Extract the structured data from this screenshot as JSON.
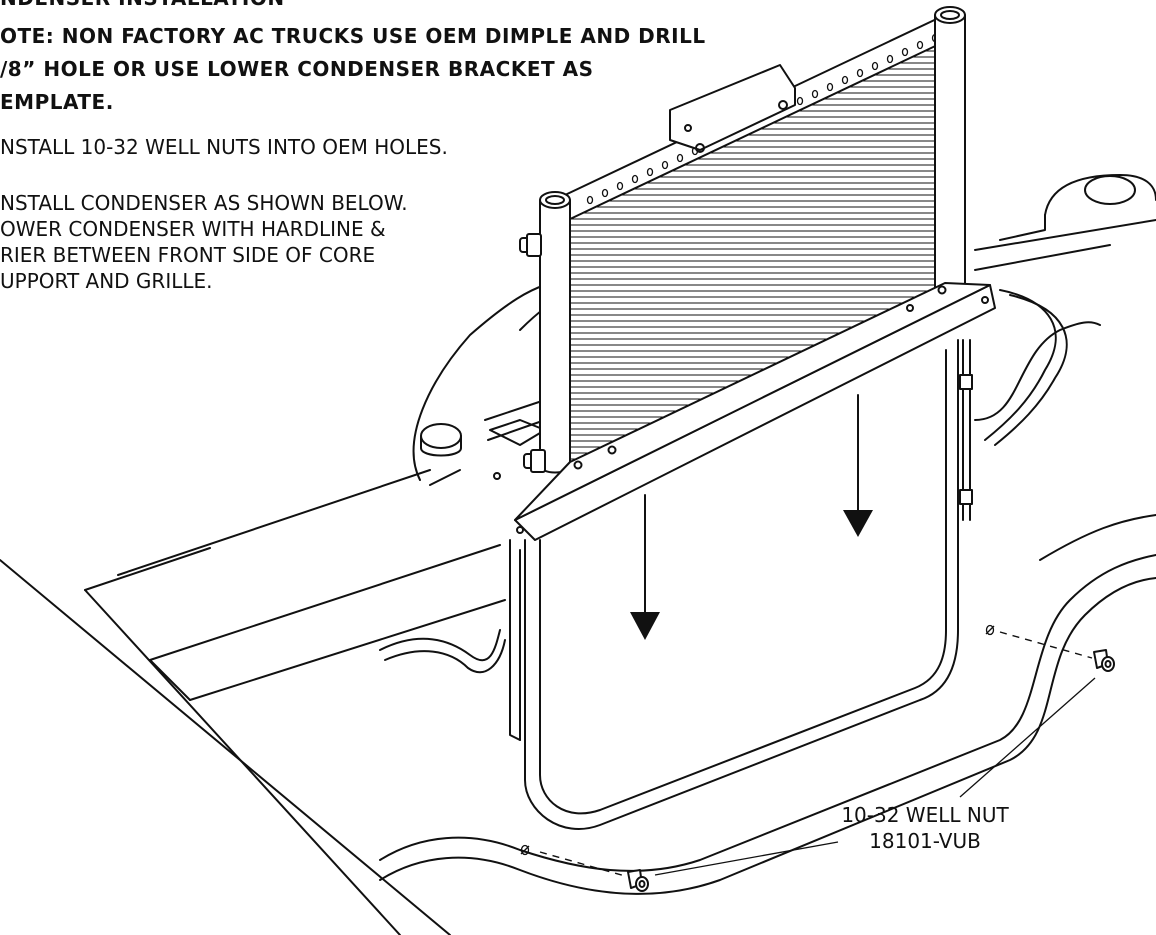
{
  "section_title": "NDENSER INSTALLATION",
  "note": {
    "lines": [
      "OTE: NON FACTORY AC TRUCKS USE OEM DIMPLE AND DRILL",
      "/8” HOLE OR USE LOWER CONDENSER BRACKET AS",
      "EMPLATE."
    ]
  },
  "step1": {
    "lines": [
      "NSTALL 10-32 WELL NUTS INTO OEM HOLES."
    ]
  },
  "step2": {
    "lines": [
      "NSTALL CONDENSER AS SHOWN BELOW.",
      "OWER CONDENSER WITH HARDLINE &",
      "RIER BETWEEN FRONT SIDE OF CORE",
      "UPPORT AND GRILLE."
    ]
  },
  "part_callout": {
    "name": "10-32 WELL NUT",
    "number": "18101-VUB"
  }
}
